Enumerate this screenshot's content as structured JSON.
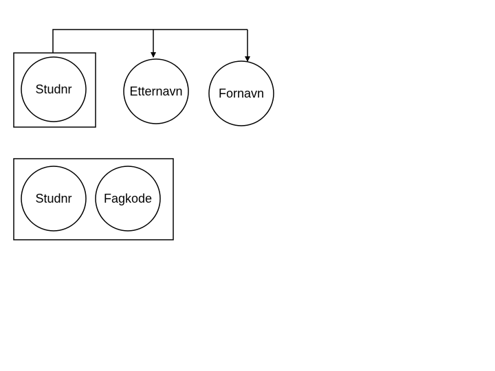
{
  "diagram": {
    "dependency_1": {
      "determinant": [
        "Studnr"
      ],
      "dependents": [
        "Etternavn",
        "Fornavn"
      ]
    },
    "key_2": {
      "attributes": [
        "Studnr",
        "Fagkode"
      ]
    }
  },
  "colors": {
    "stroke": "#000000",
    "background": "#ffffff"
  }
}
